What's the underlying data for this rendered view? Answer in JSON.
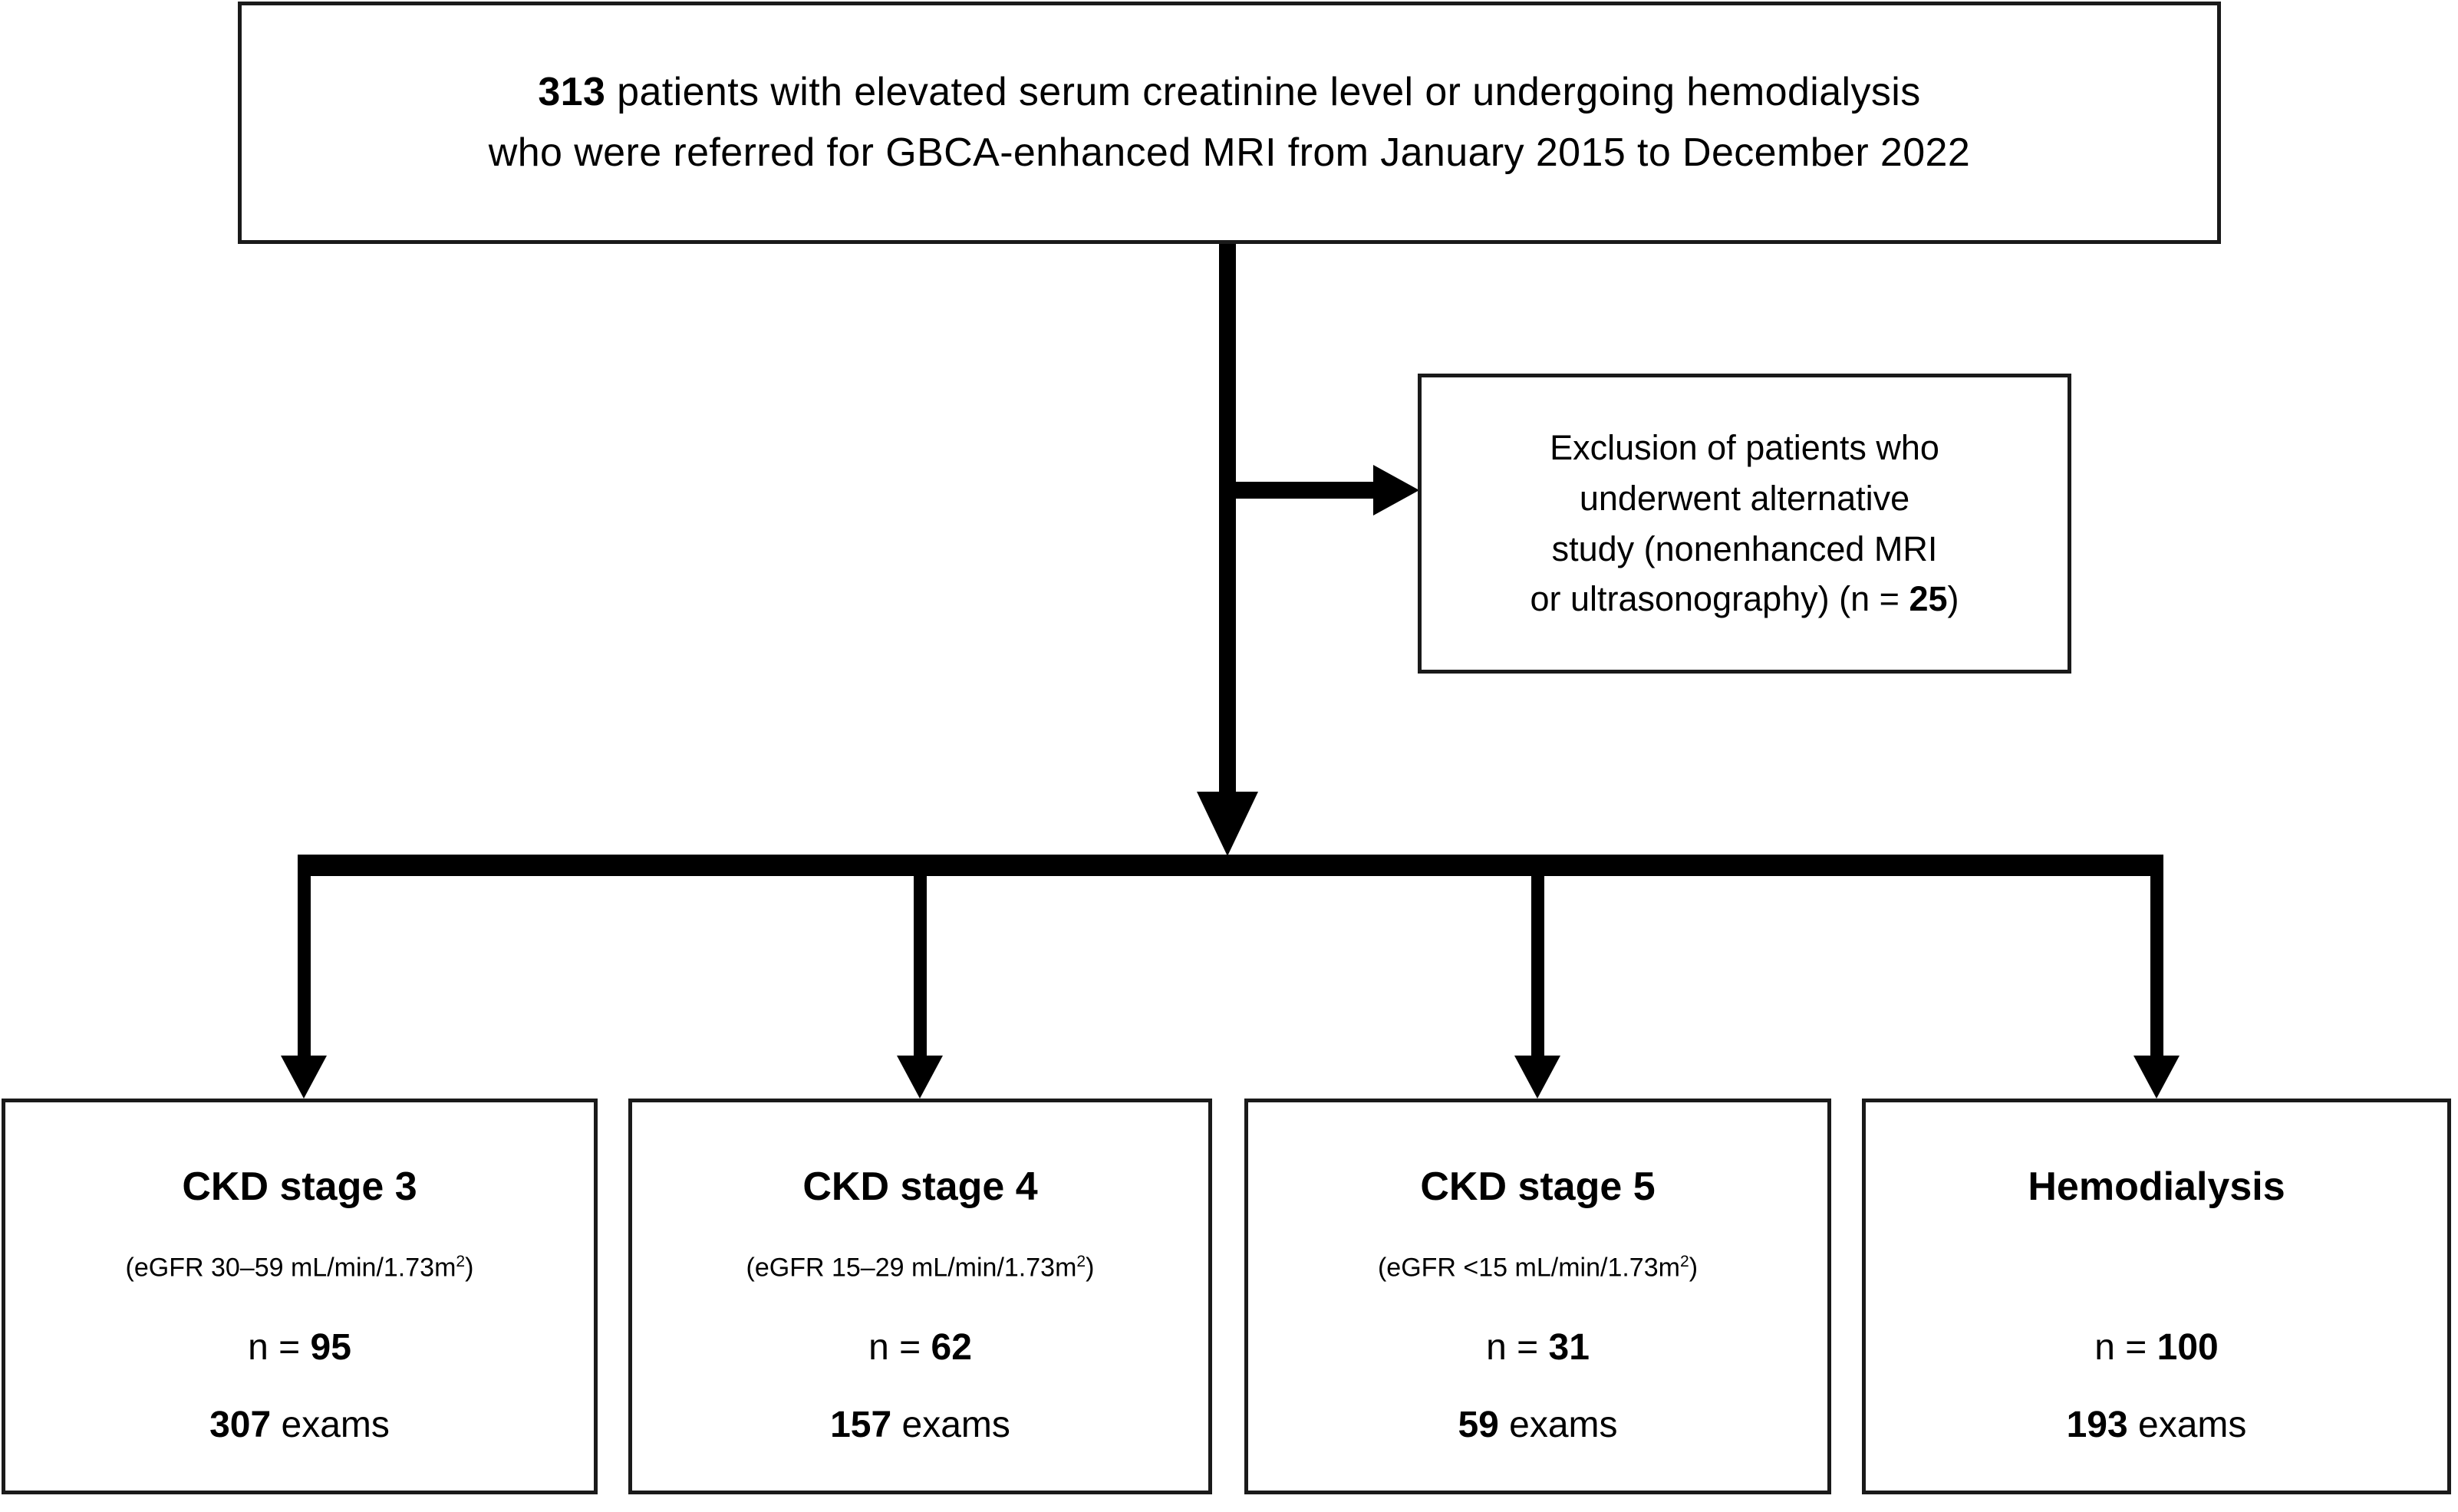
{
  "diagram": {
    "type": "flowchart",
    "title": "Patient selection flowchart",
    "colors": {
      "box_border": "#1a1a1a",
      "connector": "#000000",
      "background": "#ffffff",
      "text": "#000000"
    }
  },
  "top_box": {
    "count": "313",
    "line1_prefix": "313",
    "line1_rest": " patients with elevated serum creatinine level or undergoing hemodialysis",
    "line2": "who were referred for GBCA-enhanced MRI from January 2015 to December 2022"
  },
  "exclusion_box": {
    "line1": "Exclusion of patients who",
    "line2": "underwent alternative",
    "line3": "study (nonenhanced MRI",
    "line4_prefix": "or ultrasonography) (n = ",
    "line4_count": "25",
    "line4_suffix": ")",
    "count": "25"
  },
  "outcomes": [
    {
      "title": "CKD stage 3",
      "criteria_prefix": "(eGFR 30–59 mL/min/1.73m",
      "criteria_sup": "2",
      "criteria_suffix": ")",
      "n_label": "n = ",
      "n_value": "95",
      "exams_value": "307",
      "exams_label": " exams"
    },
    {
      "title": "CKD stage 4",
      "criteria_prefix": "(eGFR 15–29 mL/min/1.73m",
      "criteria_sup": "2",
      "criteria_suffix": ")",
      "n_label": "n = ",
      "n_value": "62",
      "exams_value": "157",
      "exams_label": " exams"
    },
    {
      "title": "CKD stage 5",
      "criteria_prefix": "(eGFR <15 mL/min/1.73m",
      "criteria_sup": "2",
      "criteria_suffix": ")",
      "n_label": "n = ",
      "n_value": "31",
      "exams_value": "59",
      "exams_label": " exams"
    },
    {
      "title": "Hemodialysis",
      "criteria_prefix": "",
      "criteria_sup": "",
      "criteria_suffix": "",
      "n_label": "n = ",
      "n_value": "100",
      "exams_value": "193",
      "exams_label": " exams"
    }
  ]
}
